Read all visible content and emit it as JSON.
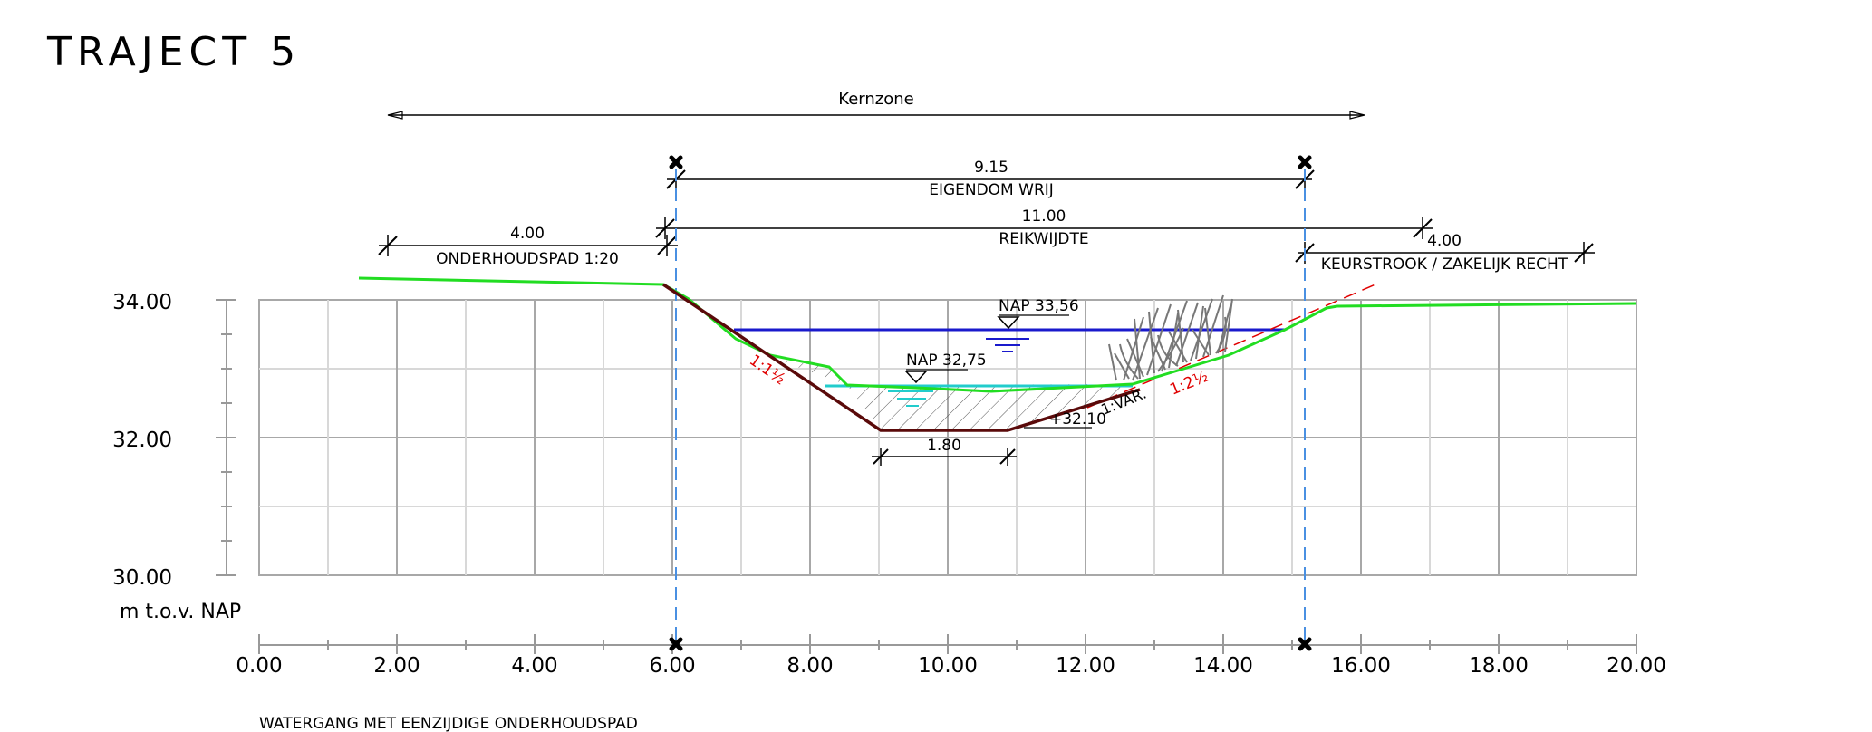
{
  "title": "TRAJECT 5",
  "caption": "WATERGANG MET EENZIJDIGE ONDERHOUDSPAD",
  "y_axis_unit": "m t.o.v. NAP",
  "y_tick_labels": [
    "34.00",
    "32.00",
    "30.00"
  ],
  "x_tick_labels": [
    "0.00",
    "2.00",
    "4.00",
    "6.00",
    "8.00",
    "10.00",
    "12.00",
    "14.00",
    "16.00",
    "18.00",
    "20.00"
  ],
  "zones": {
    "kernzone": "Kernzone",
    "eigendom_width": "9.15",
    "eigendom_label": "EIGENDOM WRIJ",
    "reikwijdte_width": "11.00",
    "reikwijdte_label": "REIKWIJDTE",
    "onderhoudspad_width": "4.00",
    "onderhoudspad_label": "ONDERHOUDSPAD 1:20",
    "keurstrook_width": "4.00",
    "keurstrook_label": "KEURSTROOK / ZAKELIJK RECHT"
  },
  "levels": {
    "high_water": "NAP 33,56",
    "low_water": "NAP 32,75",
    "bed_level": "+32.10",
    "bed_width": "1.80"
  },
  "slopes": {
    "left": "1:1½",
    "right_design": "1:2½",
    "right_var": "1:VAR."
  },
  "colors": {
    "ground_line": "#22dd22",
    "design_profile": "#5a0a0a",
    "high_water": "#1a1acc",
    "low_water": "#22cccc",
    "boundary": "#4a90e2",
    "slope_label": "#e00000",
    "grid": "#c8c8c8"
  }
}
